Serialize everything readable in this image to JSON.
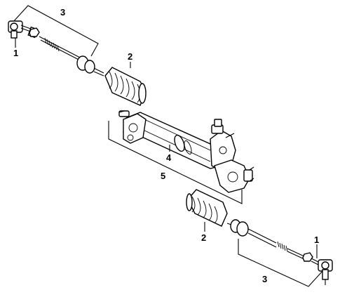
{
  "callouts": {
    "tie_rod_end_top": "1",
    "boot_top": "2",
    "inner_tie_rod_top": "3",
    "rack_housing": "4",
    "gear_assembly": "5",
    "boot_bottom": "2",
    "tie_rod_end_bottom": "1",
    "inner_tie_rod_bottom": "3"
  }
}
